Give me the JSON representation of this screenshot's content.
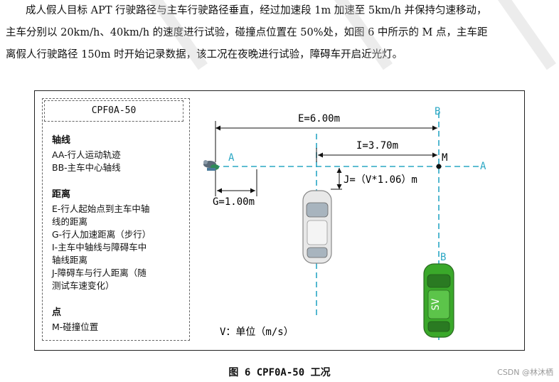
{
  "paragraph": {
    "line1": "成人假人目标 APT 行驶路径与主车行驶路径垂直，经过加速段 1m 加速至 5km/h 并保持匀速移动，",
    "line2": "主车分别以 20km/h、40km/h 的速度进行试验，碰撞点位置在 50%处，如图 6 中所示的 M 点，主车距",
    "line3": "离假人行驶路径 150m 时开始记录数据，该工况在夜晚进行试验，障碍车开启近光灯。"
  },
  "figure": {
    "title": "CPF0A-50",
    "legend": {
      "axes_heading": "轴线",
      "aa": "AA-行人运动轨迹",
      "bb": "BB-主车中心轴线",
      "distance_heading": "距离",
      "e_line1": "E-行人起始点到主车中轴",
      "e_line2": "线的距离",
      "g": "G-行人加速距离（步行）",
      "i_line1": "I-主车中轴线与障碍车中",
      "i_line2": "轴线距离",
      "j_line1": "J-障碍车与行人距离（随",
      "j_line2": "测试车速变化）",
      "point_heading": "点",
      "m": "M-碰撞位置"
    },
    "labels": {
      "e": "E=6.00m",
      "i": "I=3.70m",
      "g": "G=1.00m",
      "j": "J=（V*1.06）m",
      "a_left": "A",
      "a_right": "A",
      "b_top": "B",
      "b_mid": "B",
      "m": "M",
      "unit": "V：单位（m/s）",
      "sv": "SV"
    },
    "colors": {
      "axis": "#2aa7c4",
      "target_car": "#e6e6e6",
      "subject_car": "#3aa82a"
    }
  },
  "caption": "图 6 CPF0A-50 工况",
  "credit": "CSDN @林沐栖"
}
